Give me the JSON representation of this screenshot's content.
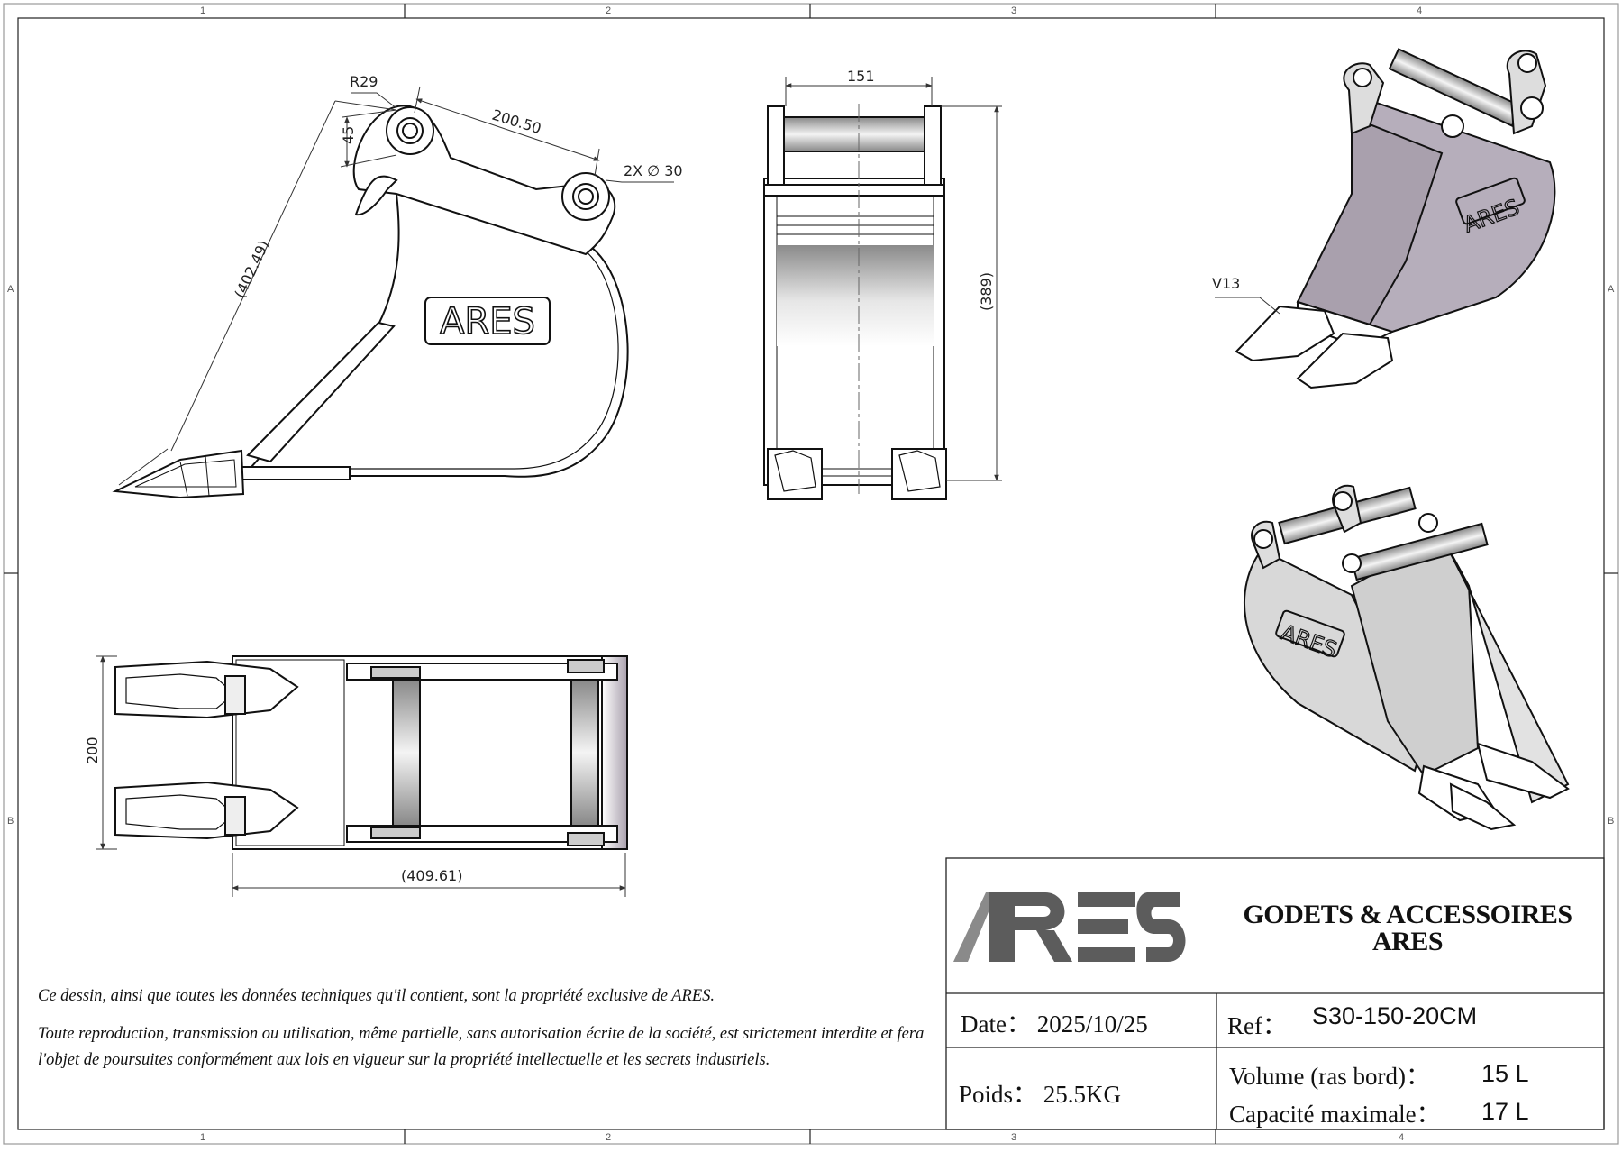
{
  "sheet": {
    "columns": [
      "1",
      "2",
      "3",
      "4"
    ],
    "rows": [
      "A",
      "B"
    ]
  },
  "side_view": {
    "logo": "ARES",
    "dimensions": {
      "radius": "R29",
      "pin_distance": "200.50",
      "offset": "45",
      "length": "(402.49)",
      "pin_diameter": "2X ∅ 30"
    }
  },
  "front_view": {
    "dimensions": {
      "width": "151",
      "height": "(389)"
    }
  },
  "top_view": {
    "dimensions": {
      "width": "200",
      "length": "(409.61)"
    }
  },
  "iso_view_1": {
    "logo": "ARES",
    "tooth_label": "V13"
  },
  "iso_view_2": {
    "logo": "ARES"
  },
  "notice": {
    "line1": "Ce dessin, ainsi que toutes les données techniques qu'il contient, sont la propriété exclusive de ARES.",
    "line2": "Toute reproduction, transmission ou utilisation, même partielle, sans autorisation écrite de la société, est strictement interdite et fera l'objet de poursuites conformément aux lois en vigueur sur la propriété intellectuelle et les secrets industriels."
  },
  "title_block": {
    "brand": "ARES",
    "company_line1": "GODETS & ACCESSOIRES",
    "company_line2": "ARES",
    "date_label": "Date：",
    "date_value": "2025/10/25",
    "ref_label": "Ref：",
    "ref_value": "S30-150-20CM",
    "weight_label": "Poids：",
    "weight_value": "25.5KG",
    "volume_label": "Volume (ras bord)：",
    "volume_value": "15 L",
    "capacity_label": "Capacité maximale：",
    "capacity_value": "17 L"
  }
}
